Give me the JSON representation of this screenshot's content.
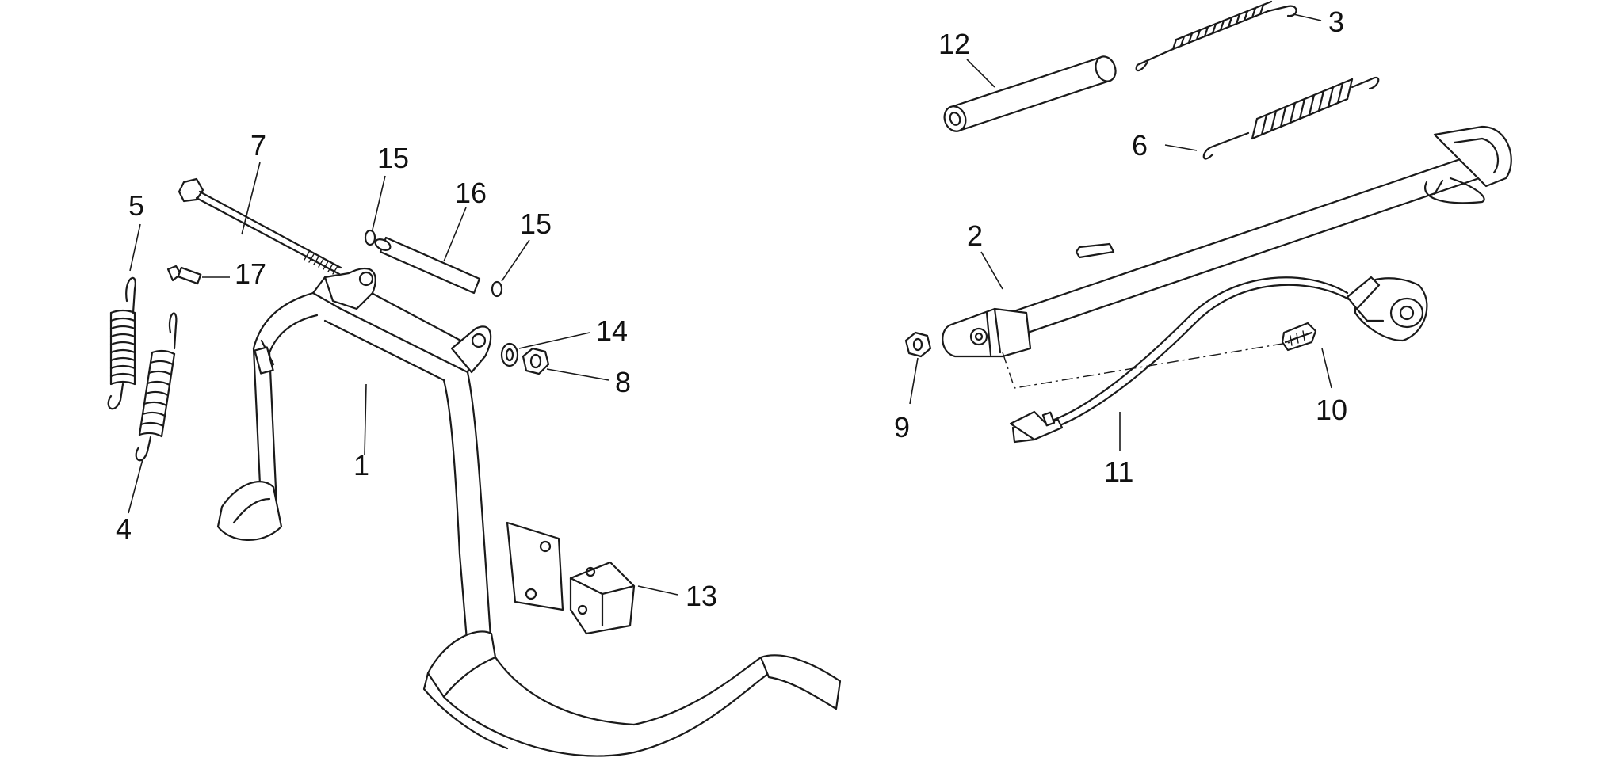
{
  "colors": {
    "line": "#1a1a1a",
    "background": "#ffffff",
    "label": "#111111"
  },
  "callouts": [
    {
      "id": "c1",
      "text": "1"
    },
    {
      "id": "c2",
      "text": "2"
    },
    {
      "id": "c3",
      "text": "3"
    },
    {
      "id": "c4",
      "text": "4"
    },
    {
      "id": "c5",
      "text": "5"
    },
    {
      "id": "c6",
      "text": "6"
    },
    {
      "id": "c7",
      "text": "7"
    },
    {
      "id": "c8",
      "text": "8"
    },
    {
      "id": "c9",
      "text": "9"
    },
    {
      "id": "c10",
      "text": "10"
    },
    {
      "id": "c11",
      "text": "11"
    },
    {
      "id": "c12",
      "text": "12"
    },
    {
      "id": "c13",
      "text": "13"
    },
    {
      "id": "c14",
      "text": "14"
    },
    {
      "id": "c15a",
      "text": "15"
    },
    {
      "id": "c15b",
      "text": "15"
    },
    {
      "id": "c16",
      "text": "16"
    },
    {
      "id": "c17",
      "text": "17"
    }
  ]
}
